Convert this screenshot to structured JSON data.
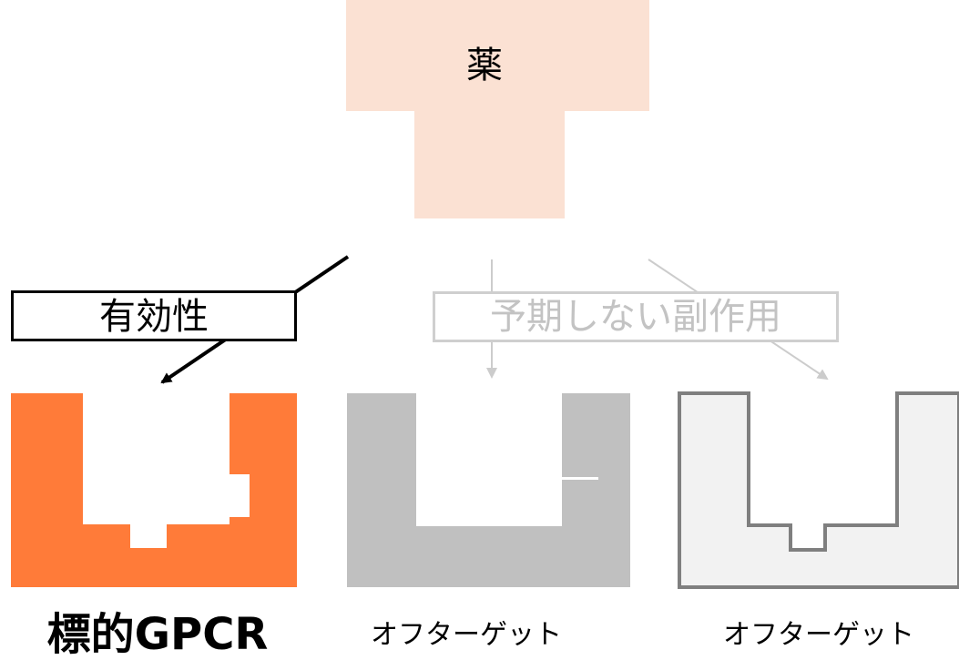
{
  "drug": {
    "label": "薬",
    "color": "#fbe1d3"
  },
  "efficacy": {
    "label": "有効性"
  },
  "side_effects": {
    "label": "予期しない副作用"
  },
  "receptors": {
    "target": {
      "label": "標的GPCR",
      "color": "#ff7b39"
    },
    "off_target_1": {
      "label": "オフターゲット",
      "color": "#c0c0c0"
    },
    "off_target_2": {
      "label": "オフターゲット",
      "fill": "#f2f2f2",
      "stroke": "#7f7f7f"
    }
  },
  "colors": {
    "dark_arrow": "#000000",
    "light_arrow": "#cccccc",
    "label_text": "#000000",
    "muted_text": "#c3c3c3"
  }
}
